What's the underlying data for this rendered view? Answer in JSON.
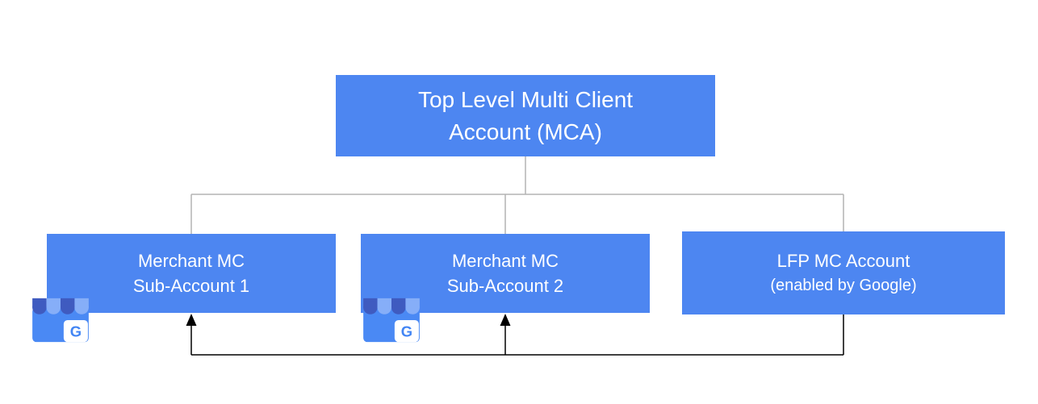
{
  "diagram": {
    "root": {
      "line1": "Top Level Multi Client",
      "line2": "Account (MCA)"
    },
    "children": [
      {
        "line1": "Merchant MC",
        "line2": "Sub-Account 1"
      },
      {
        "line1": "Merchant MC",
        "line2": "Sub-Account 2"
      },
      {
        "line1": "LFP MC Account",
        "line2": "(enabled by Google)"
      }
    ],
    "icons": [
      {
        "name": "google-business-profile-icon",
        "letter": "G"
      },
      {
        "name": "google-business-profile-icon",
        "letter": "G"
      }
    ],
    "colors": {
      "box_fill": "#4d86f1",
      "box_text": "#ffffff",
      "connector_gray": "#b3b3b3",
      "arrow_black": "#000000",
      "icon_body": "#4a89f4",
      "icon_awning_dark": "#3f5bc0",
      "icon_awning_light": "#86aef8",
      "icon_card": "#ffffff",
      "icon_letter": "#4285f4"
    }
  }
}
